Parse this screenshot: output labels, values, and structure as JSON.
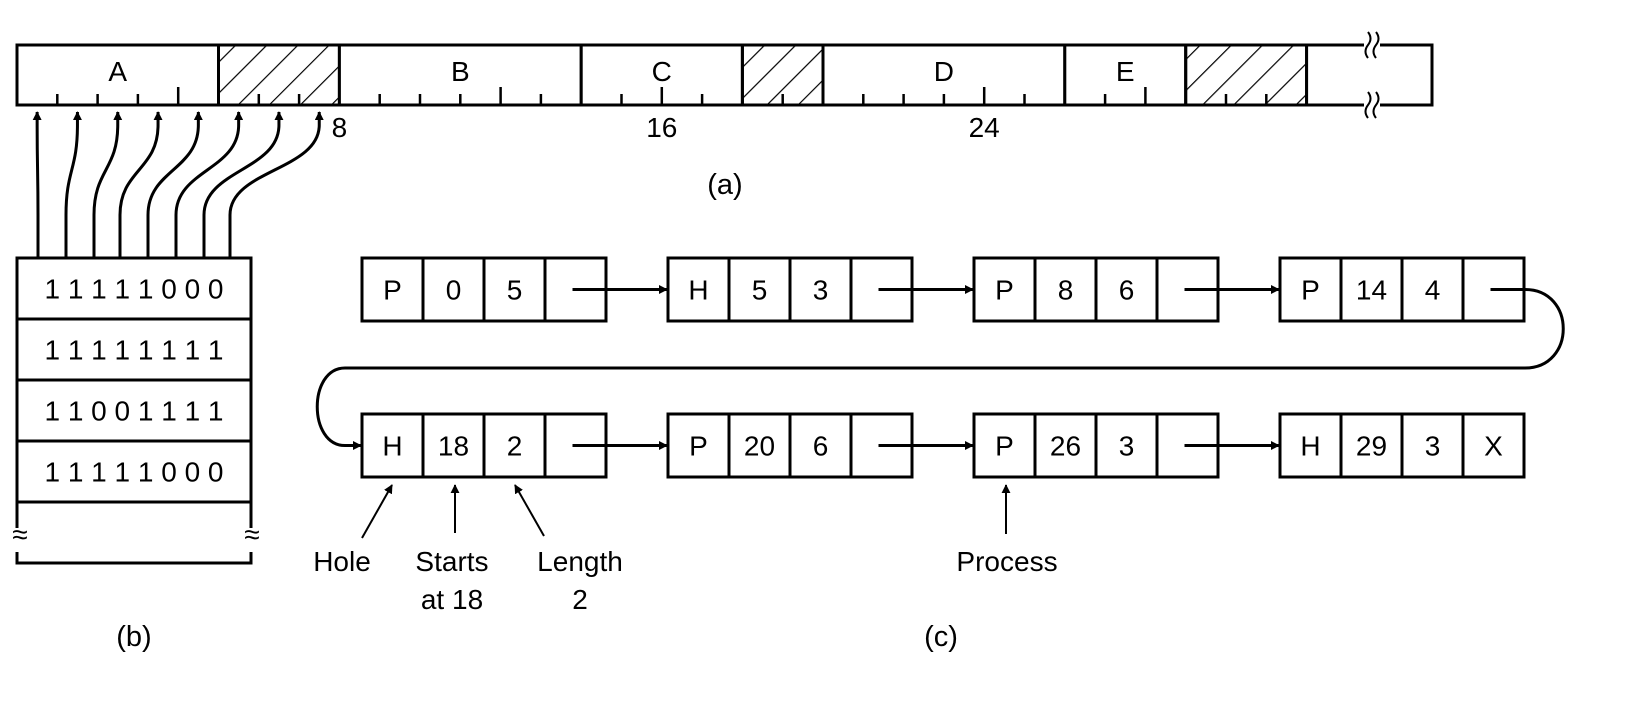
{
  "memory": {
    "segments": [
      {
        "label": "A",
        "start": 0,
        "length": 5,
        "hole": false
      },
      {
        "label": "",
        "start": 5,
        "length": 3,
        "hole": true
      },
      {
        "label": "B",
        "start": 8,
        "length": 6,
        "hole": false
      },
      {
        "label": "C",
        "start": 14,
        "length": 4,
        "hole": false
      },
      {
        "label": "",
        "start": 18,
        "length": 2,
        "hole": true
      },
      {
        "label": "D",
        "start": 20,
        "length": 6,
        "hole": false
      },
      {
        "label": "E",
        "start": 26,
        "length": 3,
        "hole": false
      },
      {
        "label": "",
        "start": 29,
        "length": 3,
        "hole": true
      }
    ],
    "unit_labels": [
      {
        "text": "8",
        "unit": 8
      },
      {
        "text": "16",
        "unit": 16
      },
      {
        "text": "24",
        "unit": 24
      }
    ],
    "caption": "(a)"
  },
  "bitmap": {
    "rows": [
      "1 1 1 1 1 0 0 0",
      "1 1 1 1 1 1 1 1",
      "1 1 0 0 1 1 1 1",
      "1 1 1 1 1 0 0 0"
    ],
    "break_mark": "≈",
    "caption": "(b)"
  },
  "list": {
    "nodes": [
      {
        "type": "P",
        "start": "0",
        "length": "5",
        "next": ""
      },
      {
        "type": "H",
        "start": "5",
        "length": "3",
        "next": ""
      },
      {
        "type": "P",
        "start": "8",
        "length": "6",
        "next": ""
      },
      {
        "type": "P",
        "start": "14",
        "length": "4",
        "next": ""
      },
      {
        "type": "H",
        "start": "18",
        "length": "2",
        "next": ""
      },
      {
        "type": "P",
        "start": "20",
        "length": "6",
        "next": ""
      },
      {
        "type": "P",
        "start": "26",
        "length": "3",
        "next": ""
      },
      {
        "type": "H",
        "start": "29",
        "length": "3",
        "next": "X"
      }
    ],
    "annotations": {
      "hole": "Hole",
      "starts_line1": "Starts",
      "starts_line2": "at 18",
      "length_line1": "Length",
      "length_line2": "2",
      "process": "Process"
    },
    "caption": "(c)"
  }
}
